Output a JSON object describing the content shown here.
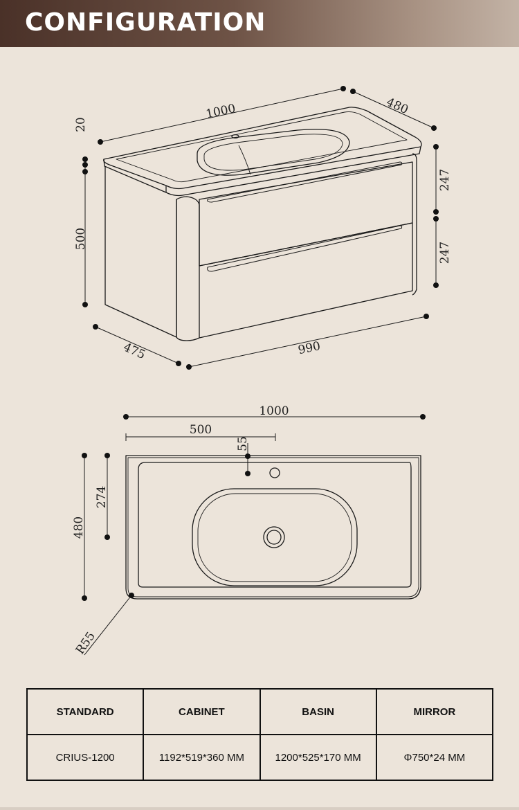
{
  "header": {
    "title": "CONFIGURATION"
  },
  "iso_view": {
    "width_top": "1000",
    "depth_top": "480",
    "top_thickness": "20",
    "body_height": "500",
    "drawer_upper": "247",
    "drawer_lower": "247",
    "depth_bottom": "475",
    "width_bottom": "990"
  },
  "plan_view": {
    "width": "1000",
    "half_width": "500",
    "tap_offset": "55",
    "depth": "480",
    "center_depth": "274",
    "corner_radius": "R55"
  },
  "spec_table": {
    "headers": [
      "STANDARD",
      "CABINET",
      "BASIN",
      "MIRROR"
    ],
    "row": [
      "CRIUS-1200",
      "1192*519*360 MM",
      "1200*525*170 MM",
      "Φ750*24 MM"
    ]
  }
}
